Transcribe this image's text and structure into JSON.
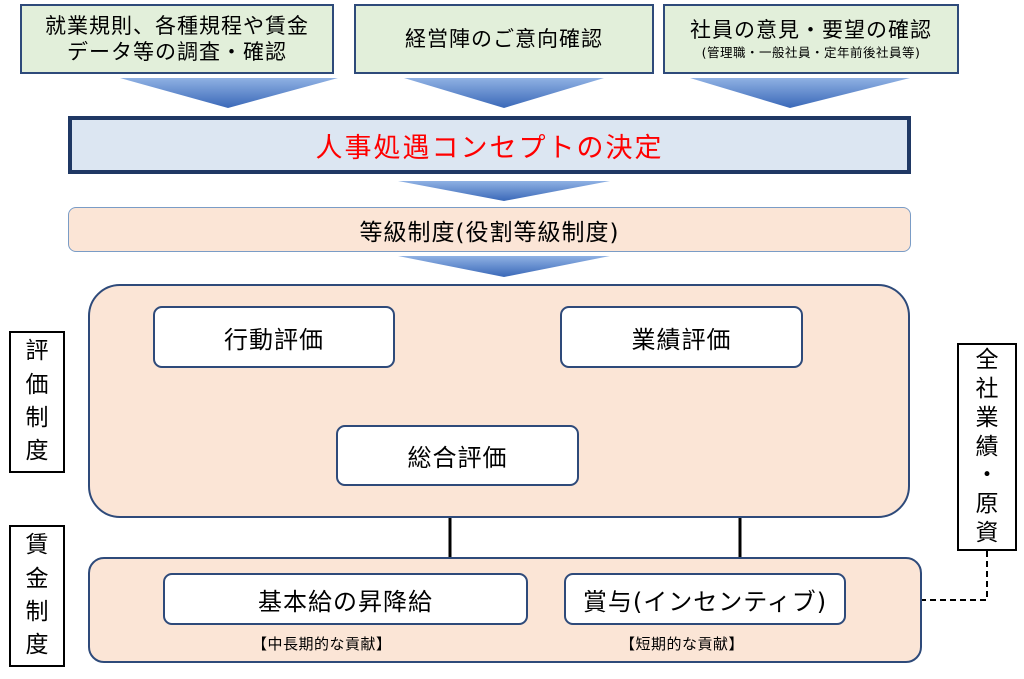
{
  "top_boxes": [
    {
      "line1": "就業規則、各種規程や賃金",
      "line2": "データ等の調査・確認"
    },
    {
      "line1": "経営陣のご意向確認",
      "line2": ""
    },
    {
      "line1": "社員の意見・要望の確認",
      "line2": "(管理職・一般社員・定年前後社員等)"
    }
  ],
  "concept": "人事処遇コンセプトの決定",
  "grade_system": "等級制度(役割等級制度)",
  "evaluation": {
    "side_label": [
      "評",
      "価",
      "制",
      "度"
    ],
    "behavior": "行動評価",
    "performance": "業績評価",
    "overall": "総合評価"
  },
  "wage": {
    "side_label": [
      "賃",
      "金",
      "制",
      "度"
    ],
    "base_pay": "基本給の昇降給",
    "bonus": "賞与(インセンティブ)",
    "long_term_note": "【中長期的な貢献】",
    "short_term_note": "【短期的な貢献】"
  },
  "company_results": [
    "全",
    "社",
    "業",
    "績",
    "・",
    "原",
    "資"
  ],
  "colors": {
    "top_box_fill": "#e2efda",
    "concept_fill": "#dce6f2",
    "concept_text": "#ff0000",
    "panel_fill": "#fbe5d6",
    "arrow_fill": "#4472c4",
    "border": "#2e4a7a"
  }
}
